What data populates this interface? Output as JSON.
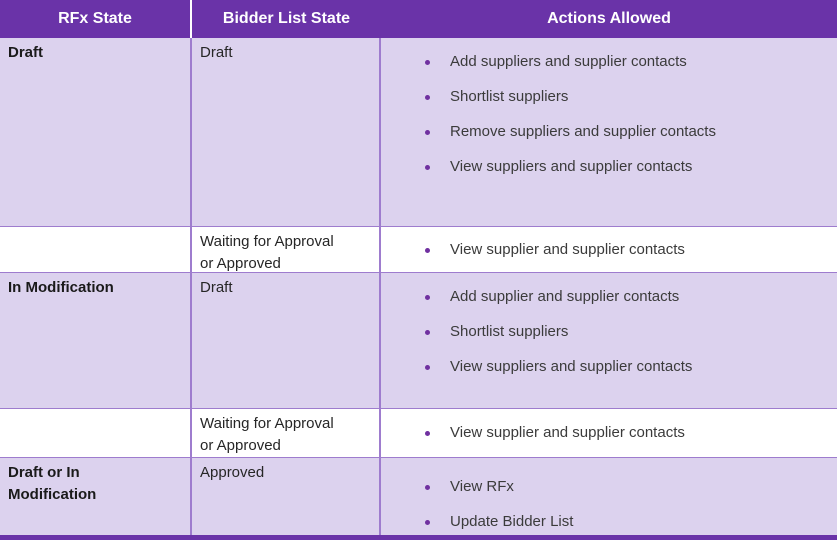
{
  "colors": {
    "header_bg": "#6A33A8",
    "header_text": "#FFFFFF",
    "row_tint": "#DCD2EE",
    "row_white": "#FFFFFF",
    "border": "#9E7CCE",
    "bullet": "#7030A0",
    "body_text": "#3B3B3B",
    "state_text": "#1A1A1A"
  },
  "table": {
    "headers": [
      "RFx State",
      "Bidder List State",
      "Actions Allowed"
    ],
    "rows": [
      {
        "rfx_state": "Draft",
        "bidder_list_state": "Draft",
        "actions": [
          "Add suppliers and supplier contacts",
          "Shortlist suppliers",
          "Remove suppliers and supplier contacts",
          "View suppliers and supplier contacts"
        ]
      },
      {
        "rfx_state": "",
        "bidder_list_state": "Waiting for Approval or Approved",
        "actions": [
          "View supplier and supplier contacts"
        ]
      },
      {
        "rfx_state": "In Modification",
        "bidder_list_state": "Draft",
        "actions": [
          "Add supplier and supplier contacts",
          "Shortlist suppliers",
          "View suppliers and supplier contacts"
        ]
      },
      {
        "rfx_state": "",
        "bidder_list_state": "Waiting for Approval or Approved",
        "actions": [
          "View supplier and supplier contacts"
        ]
      },
      {
        "rfx_state": "Draft or In Modification",
        "bidder_list_state": "Approved",
        "actions": [
          "View RFx",
          "Update Bidder List"
        ]
      }
    ]
  }
}
